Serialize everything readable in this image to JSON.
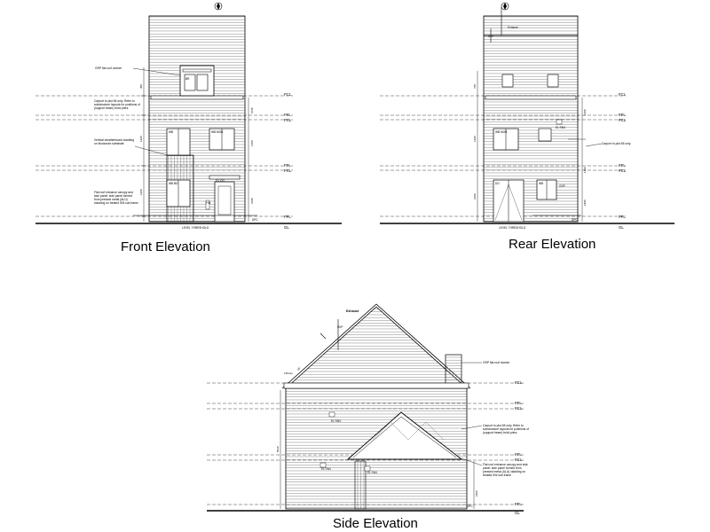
{
  "titles": {
    "front": "Front Elevation",
    "rear": "Rear Elevation",
    "side": "Side Elevation"
  },
  "levels": {
    "fcl": "FCL",
    "ffl": "FFL",
    "gl": "GL",
    "dpc": "DPC"
  },
  "front": {
    "dormer_note": "GRP flat roof dormer",
    "carport_note": "Carport to plot 65 only. Refer to substructure layouts for positions of (support beam) brick piers.",
    "cladding_note": "Vertical weatherboard cladding on blockwork substrate",
    "canopy_note": "Flat roof entrance canopy and side panel; side panel formed from pressed metal (ALU) cladding on treated SW sub frame",
    "win_upper": "BR",
    "win_mid_left": "WB",
    "win_mid_right": "WB MOB",
    "win_low_left": "WB BD",
    "door_label": "D1 OG",
    "ground_label": "LEVEL THRESHOLD",
    "fin_label": "FIN"
  },
  "rear": {
    "exhaust": "Exhaust",
    "svp": "SVP",
    "carport_note": "Carport to plot 65 only.",
    "win_mid_left": "WB MOB",
    "win_mid_right": "WB MOB",
    "fan_label": "EL FAN",
    "door_label": "DO",
    "win_low": "WB",
    "gsp": "GSP",
    "ground_label": "LEVEL THRESHOLD"
  },
  "side": {
    "exhaust": "Exhaust",
    "svp": "SVP",
    "dormer_note": "GRP flat roof dormer",
    "carport_note": "Carport to plot 65 only. Refer to substructure layouts for positions of (support beam) brick piers.",
    "canopy_note": "Flat roof entrance canopy and side panel; side panel formed from pressed metal (ALU) cladding on treated SW sub frame",
    "fan1": "EL FAN",
    "fan2": "EL FAN",
    "fan3": "EL FAN"
  }
}
